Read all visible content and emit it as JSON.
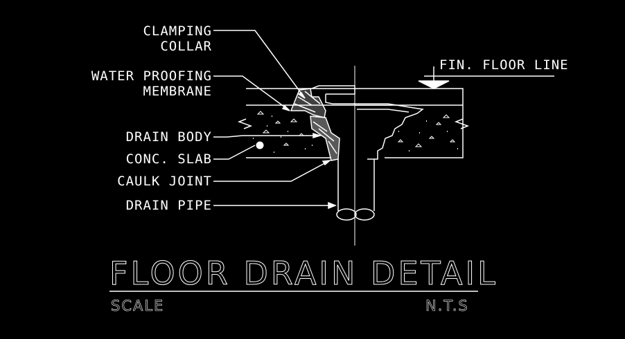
{
  "labels": {
    "clamping_collar_1": "CLAMPING",
    "clamping_collar_2": "COLLAR",
    "membrane_1": "WATER PROOFING",
    "membrane_2": "MEMBRANE",
    "drain_body": "DRAIN BODY",
    "conc_slab": "CONC. SLAB",
    "caulk_joint": "CAULK JOINT",
    "drain_pipe": "DRAIN PIPE",
    "floor_line": "FIN.  FLOOR LINE"
  },
  "title": {
    "main": "FLOOR DRAIN DETAIL",
    "scale_label": "SCALE",
    "scale_value": "N.T.S"
  },
  "colors": {
    "background": "#000000",
    "line": "#ffffff"
  }
}
